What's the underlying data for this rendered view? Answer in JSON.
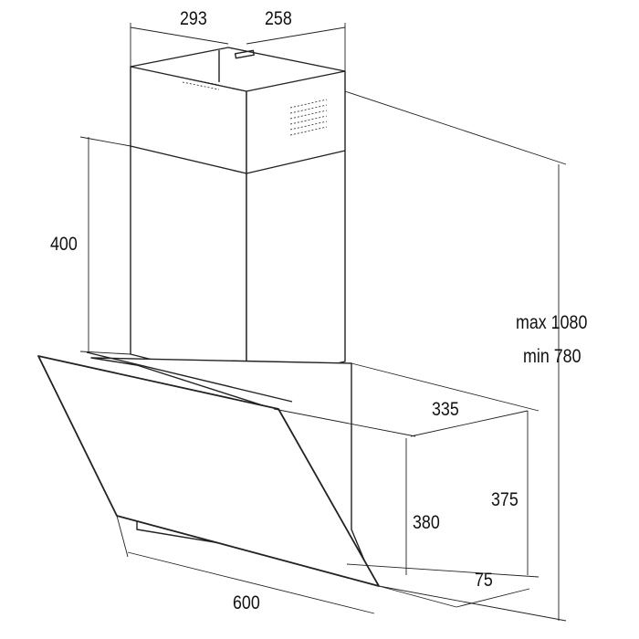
{
  "title": "Cooker hood dimension drawing",
  "dimensions": {
    "width_top": "293",
    "depth_top": "258",
    "chimney_height": "400",
    "total_max": "max 1080",
    "total_min": "min 780",
    "hood_depth": "335",
    "hood_height_front": "375",
    "hood_height_back": "380",
    "bottom_offset": "75",
    "hood_width": "600"
  },
  "colors": {
    "line": "#222222",
    "fill": "#ffffff"
  }
}
